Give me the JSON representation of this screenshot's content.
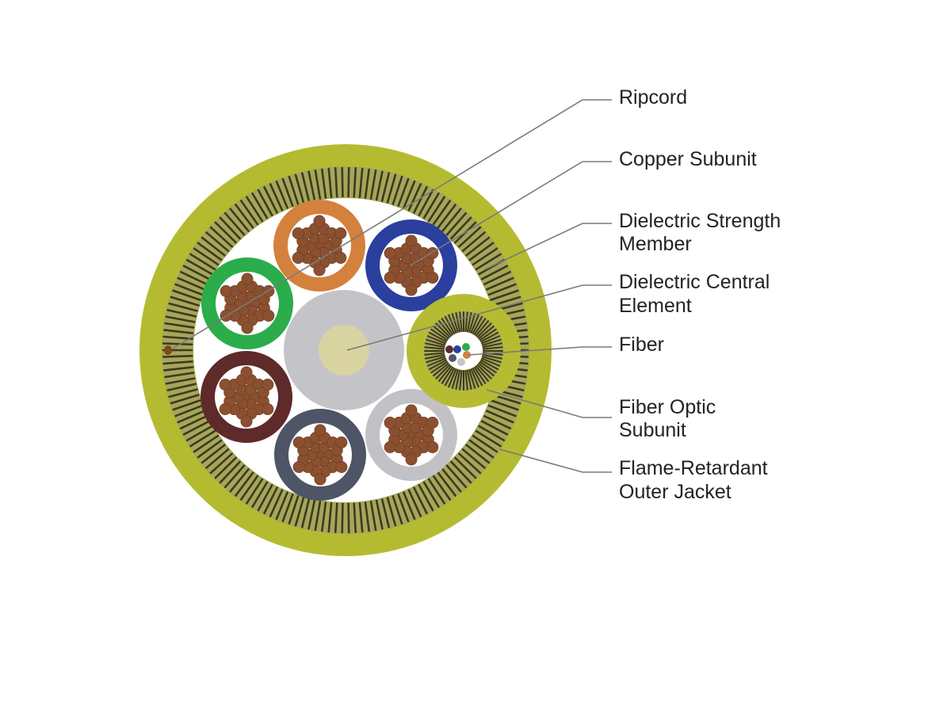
{
  "labels": {
    "ripcord": [
      "Ripcord"
    ],
    "copper_subunit": [
      "Copper Subunit"
    ],
    "dielectric_strength_member": [
      "Dielectric Strength",
      "Member"
    ],
    "dielectric_central_element": [
      "Dielectric Central",
      "Element"
    ],
    "fiber": [
      "Fiber"
    ],
    "fiber_optic_subunit": [
      "Fiber Optic",
      "Subunit"
    ],
    "outer_jacket": [
      "Flame-Retardant",
      "Outer Jacket"
    ]
  },
  "colors": {
    "jacket": "#b5bb30",
    "strength_dark": "#3c3a1e",
    "strength_light": "#a6a65a",
    "cavity": "#ffffff",
    "central_outer": "#c4c4c8",
    "central_core": "#d9d3a2",
    "copper_strand": "#8a5030",
    "copper_strand_edge": "#6a3a20",
    "copper_insulations": [
      "#d4813e",
      "#2a3f9e",
      "#2aad4a",
      "#5e2a2a",
      "#4d5566",
      "#c2c2c6"
    ],
    "fiber_subunit_jacket": "#b6bc32",
    "fiber_colors": [
      "#5a2a32",
      "#2a3f9e",
      "#2aad4a",
      "#d4813e",
      "#555566",
      "#c4c4cc"
    ],
    "ripcord": "#7a4a18"
  }
}
